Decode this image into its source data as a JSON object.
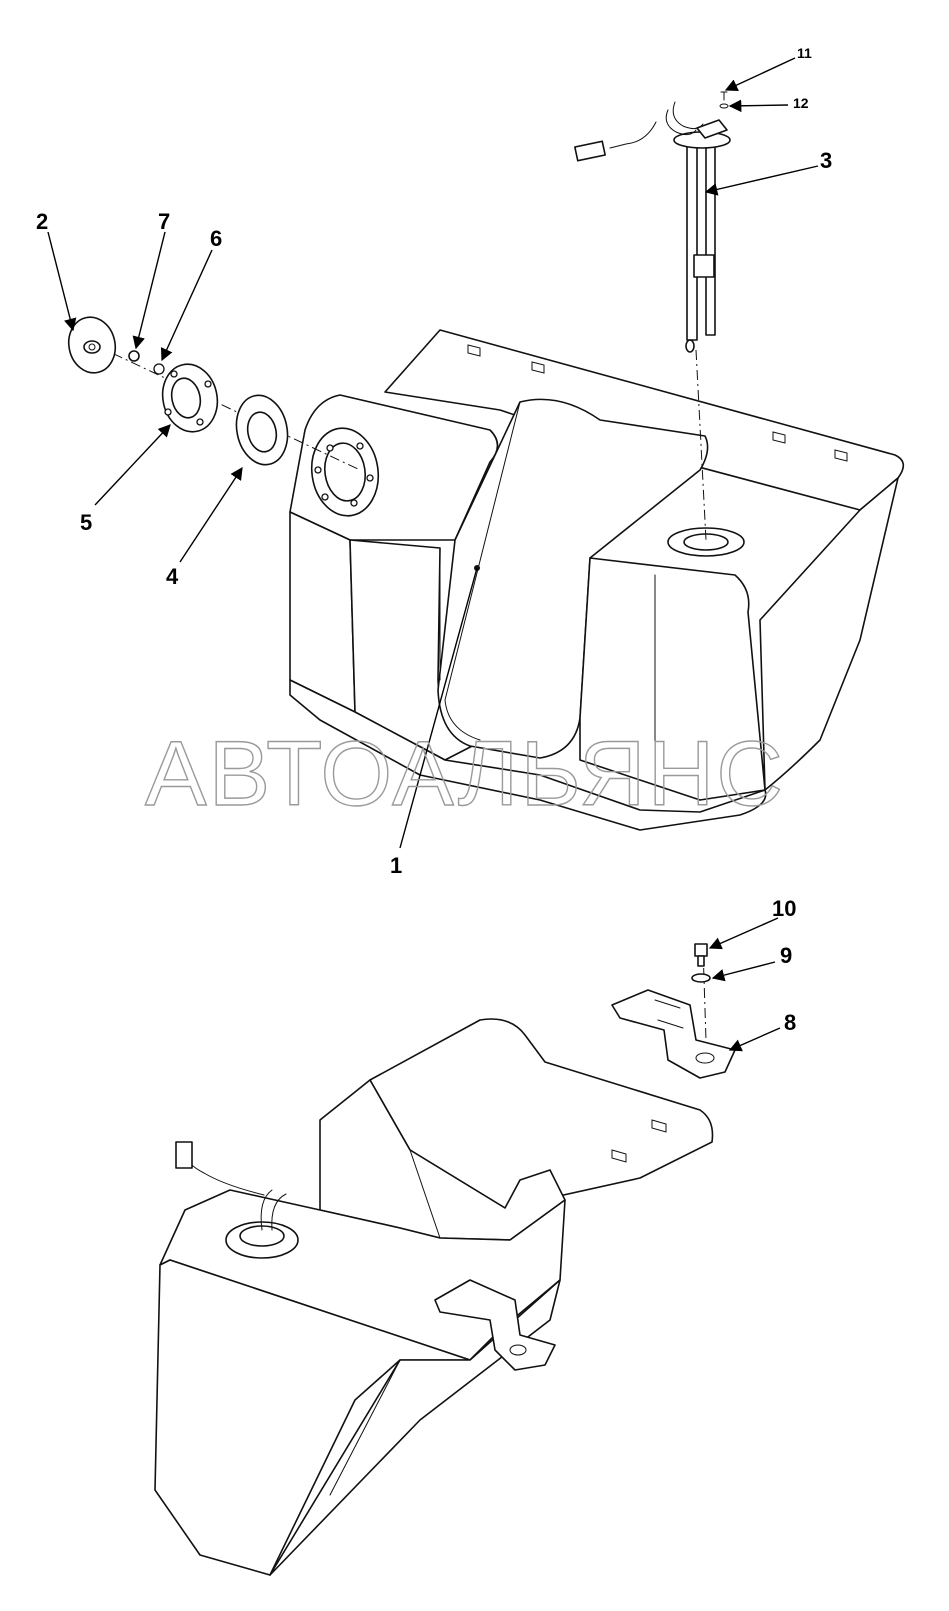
{
  "watermark": "АВТОАЛЬЯНС",
  "callouts": [
    {
      "id": "c1",
      "label": "1"
    },
    {
      "id": "c2",
      "label": "2"
    },
    {
      "id": "c3",
      "label": "3"
    },
    {
      "id": "c4",
      "label": "4"
    },
    {
      "id": "c5",
      "label": "5"
    },
    {
      "id": "c6",
      "label": "6"
    },
    {
      "id": "c7",
      "label": "7"
    },
    {
      "id": "c8",
      "label": "8"
    },
    {
      "id": "c9",
      "label": "9"
    },
    {
      "id": "c10",
      "label": "10"
    },
    {
      "id": "c11",
      "label": "11"
    },
    {
      "id": "c12",
      "label": "12"
    }
  ]
}
